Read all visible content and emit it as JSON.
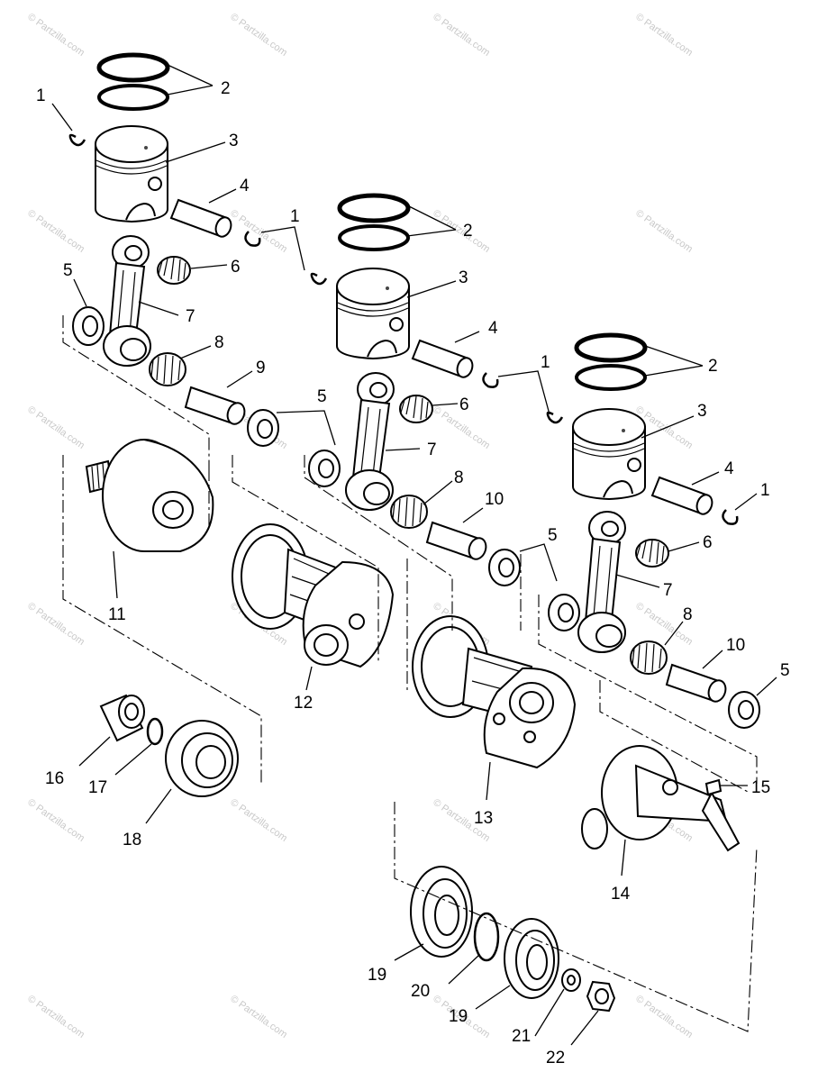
{
  "diagram": {
    "watermark_text": "© Partzilla.com",
    "callouts": [
      "1",
      "2",
      "3",
      "4",
      "5",
      "6",
      "7",
      "8",
      "9",
      "10",
      "11",
      "12",
      "13",
      "14",
      "15",
      "16",
      "17",
      "18",
      "19",
      "20",
      "21",
      "22"
    ]
  }
}
